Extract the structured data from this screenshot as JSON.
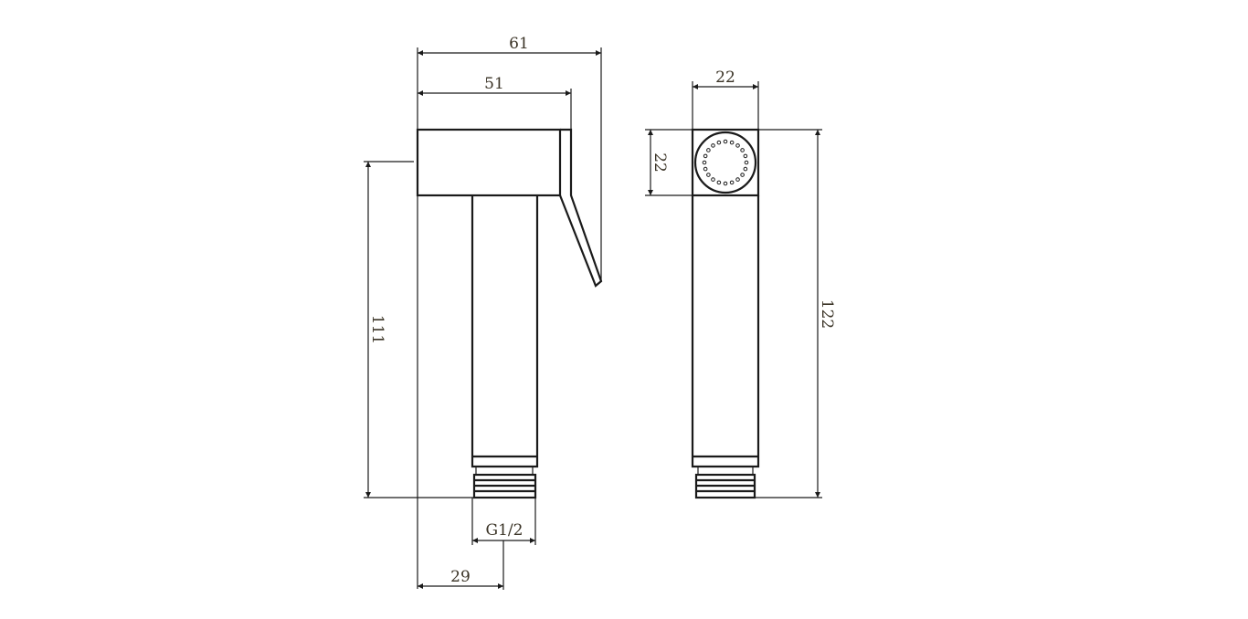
{
  "drawing": {
    "side_view": {
      "overall_width": "61",
      "head_width": "51",
      "height": "111",
      "thread": "G1/2",
      "inlet_offset": "29"
    },
    "front_view": {
      "head_width": "22",
      "head_height": "22",
      "overall_height": "122"
    },
    "spray_hole_count": 20,
    "line_color": "#1a1a1a",
    "text_color": "#3a3326"
  }
}
